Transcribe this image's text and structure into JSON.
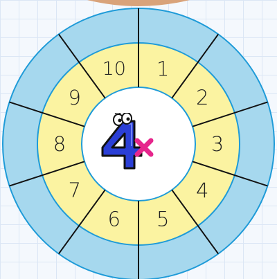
{
  "wheel": {
    "center_number": "4",
    "operator": "×",
    "numbers": [
      "1",
      "2",
      "3",
      "4",
      "5",
      "6",
      "7",
      "8",
      "9",
      "10"
    ],
    "colors": {
      "outer_ring": "#a6d8ee",
      "inner_ring": "#fbf3a1",
      "center": "#ffffff",
      "stroke": "#1f9bd8",
      "divider": "#111111",
      "numeral_fill": "#2b3fd6",
      "operator": "#e6268c",
      "tab": "#d9a37a"
    }
  }
}
